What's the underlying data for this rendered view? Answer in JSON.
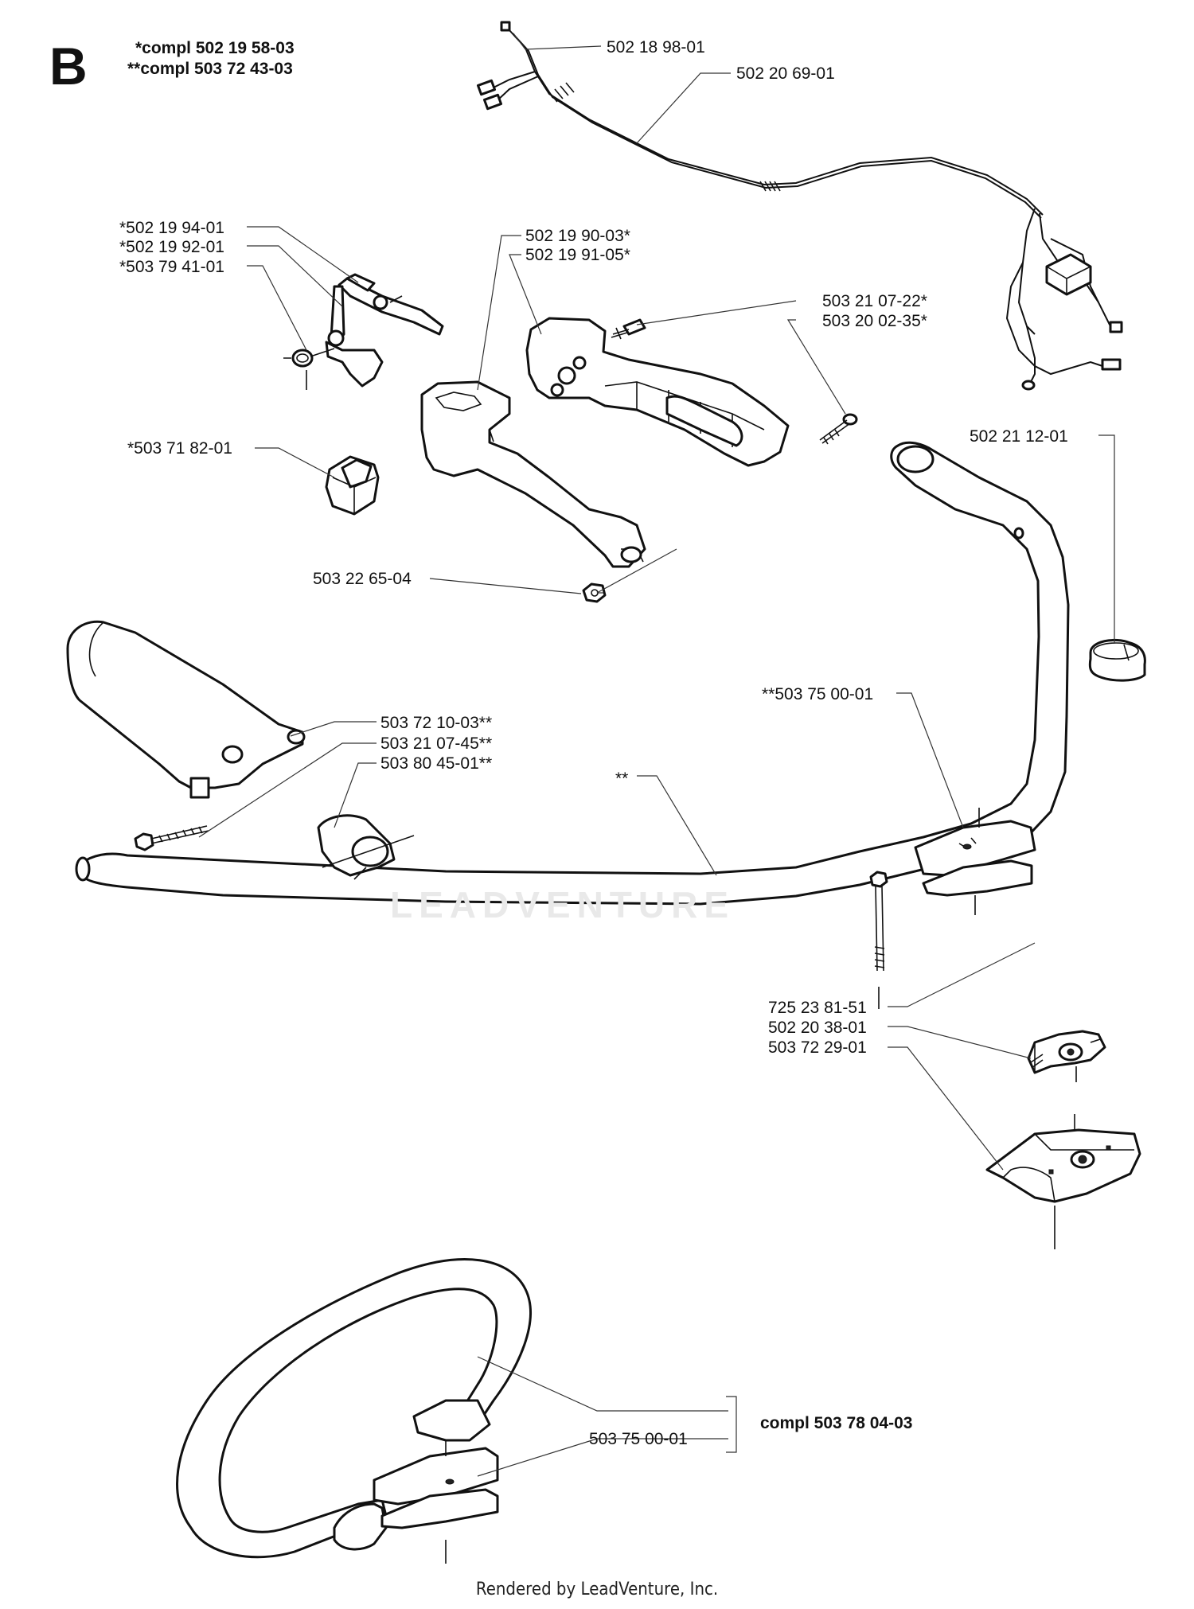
{
  "section_letter": "B",
  "header": {
    "compl_1": "*compl 502 19 58-03",
    "compl_2": "**compl 503 72 43-03"
  },
  "watermark": "LEADVENTURE",
  "parts": {
    "p_502_18_98_01": "502 18 98-01",
    "p_502_20_69_01": "502 20 69-01",
    "p_502_19_94_01": "*502 19 94-01",
    "p_502_19_92_01": "*502 19 92-01",
    "p_503_79_41_01": "*503 79 41-01",
    "p_502_19_90_03": "502 19 90-03*",
    "p_502_19_91_05": "502 19 91-05*",
    "p_503_21_07_22": "503 21 07-22*",
    "p_503_20_02_35": "503 20 02-35*",
    "p_502_21_12_01": "502 21 12-01",
    "p_503_71_82_01": "*503 71 82-01",
    "p_503_22_65_04": "503 22 65-04",
    "p_503_75_00_01_dd": "**503 75 00-01",
    "p_503_72_10_03": "503 72 10-03**",
    "p_503_21_07_45": "503 21 07-45**",
    "p_503_80_45_01": "503 80 45-01**",
    "p_double_star": "**",
    "p_725_23_81_51": "725 23 81-51",
    "p_502_20_38_01": "502 20 38-01",
    "p_503_72_29_01": "503 72 29-01",
    "p_503_75_00_01": "503 75 00-01",
    "compl_bottom": "compl 503 78 04-03"
  },
  "footer": "Rendered by LeadVenture, Inc."
}
